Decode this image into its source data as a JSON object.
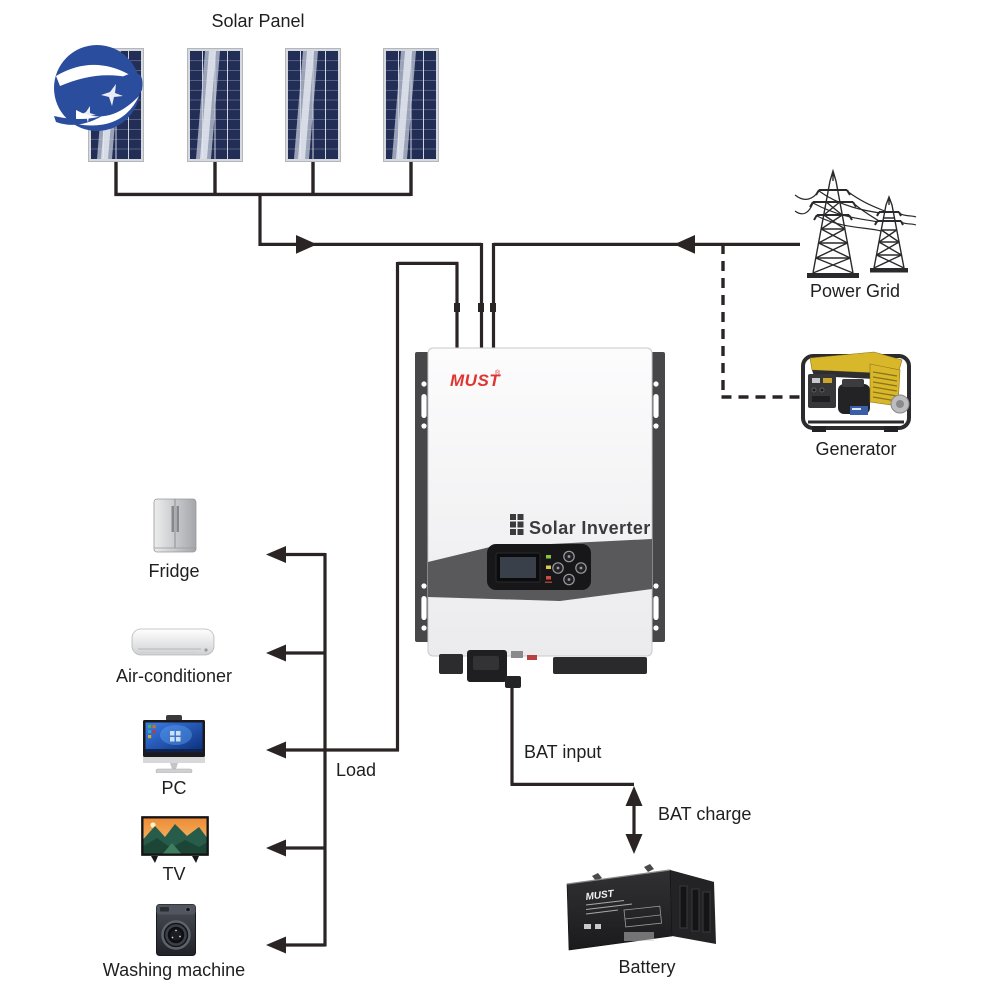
{
  "colors": {
    "wire": "#2b2425",
    "solar_panel_blue": "#232e56",
    "logo_blue": "#2b4d9e",
    "must_red": "#e03430",
    "generator_yellow": "#d9b72a",
    "inverter_band_gray": "#59595c",
    "battery_black": "#232325"
  },
  "solar": {
    "label": "Solar Panel",
    "panel_count": 4
  },
  "power_grid": {
    "label": "Power Grid"
  },
  "generator": {
    "label": "Generator"
  },
  "inverter": {
    "brand": "MUST",
    "brand_mark": "®",
    "product_label": "Solar Inverter"
  },
  "battery": {
    "label": "Battery",
    "brand": "MUST"
  },
  "connections": {
    "load": "Load",
    "bat_input": "BAT input",
    "bat_charge": "BAT charge"
  },
  "loads": [
    {
      "label": "Fridge"
    },
    {
      "label": "Air-conditioner"
    },
    {
      "label": "PC"
    },
    {
      "label": "TV"
    },
    {
      "label": "Washing machine"
    }
  ]
}
